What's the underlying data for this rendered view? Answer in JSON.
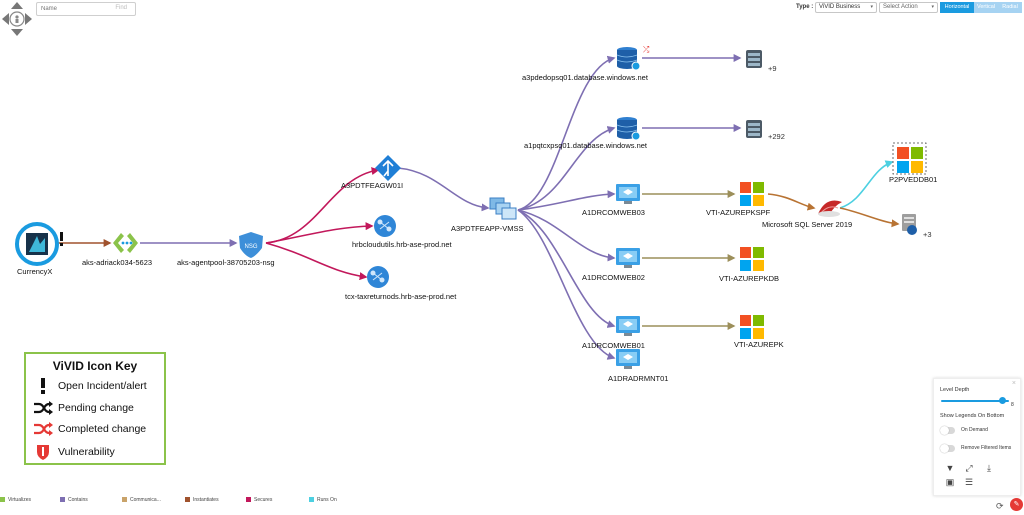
{
  "toolbar": {
    "search_placeholder": "Name",
    "search_button": "Find",
    "type_label": "Type :",
    "type_value": "ViVID Business",
    "action_placeholder": "Select Action",
    "orient_horizontal": "Horizontal",
    "orient_vertical": "Vertical",
    "orient_radial": "Radial"
  },
  "nodes": {
    "currencyx": "CurrencyX",
    "aks_adriack": "aks-adriack034-5623",
    "aks_nsg": "aks-agentpool-38705203-nsg",
    "agw": "A3PDTFEAGW01I",
    "hrbcloudutils": "hrbcloudutils.hrb-ase-prod.net",
    "tcx": "tcx-taxreturnods.hrb-ase-prod.net",
    "vmss": "A3PDTFEAPP-VMSS",
    "db1": "a3pdedopsq01.database.windows.net",
    "db2": "a1pqtcxpsq01.database.windows.net",
    "web03": "A1DRCOMWEB03",
    "web02": "A1DRCOMWEB02",
    "web01": "A1DRCOMWEB01",
    "admnt": "A1DRADRMNT01",
    "vti_kspf": "VTI-AZUREPKSPF",
    "vti_kdb": "VTI-AZUREPKDB",
    "vti_k": "VTI-AZUREPK",
    "sqlserver": "Microsoft SQL Server 2019",
    "p2pvedb": "P2PVEDDB01",
    "count_db1": "+9",
    "count_db2": "+292",
    "count_sql": "+3"
  },
  "icon_key": {
    "title": "ViVID Icon Key",
    "items": [
      {
        "icon": "exclamation-icon",
        "label": "Open Incident/alert"
      },
      {
        "icon": "shuffle-icon",
        "label": "Pending change"
      },
      {
        "icon": "shuffle-red-icon",
        "label": "Completed change"
      },
      {
        "icon": "shield-icon",
        "label": "Vulnerability"
      }
    ]
  },
  "panel": {
    "title": "Level Depth",
    "level_value": "8",
    "show_legends": "Show Legends On Bottom",
    "toggle1_label": "On Demand",
    "toggle2_label": "Remove Filtered Items",
    "level_fraction": 0.9
  },
  "bottom_legend": [
    {
      "label": "Virtualizes",
      "color": "#8bc34a"
    },
    {
      "label": "Contains",
      "color": "#7e6fb2"
    },
    {
      "label": "Communica...",
      "color": "#c9a36a"
    },
    {
      "label": "Instantiates",
      "color": "#a0522d"
    },
    {
      "label": "Secures",
      "color": "#c2185b"
    },
    {
      "label": "Runs On",
      "color": "#4dd0e1"
    }
  ],
  "colors": {
    "accent": "#1a9be0",
    "secures": "#c2185b",
    "contains": "#7e6fb2",
    "instantiates": "#a0522d",
    "communicates": "#c9a36a",
    "runs_on": "#4dd0e1",
    "virtualizes": "#8bc34a",
    "key_border": "#8bc34a",
    "alert_red": "#e53935"
  }
}
